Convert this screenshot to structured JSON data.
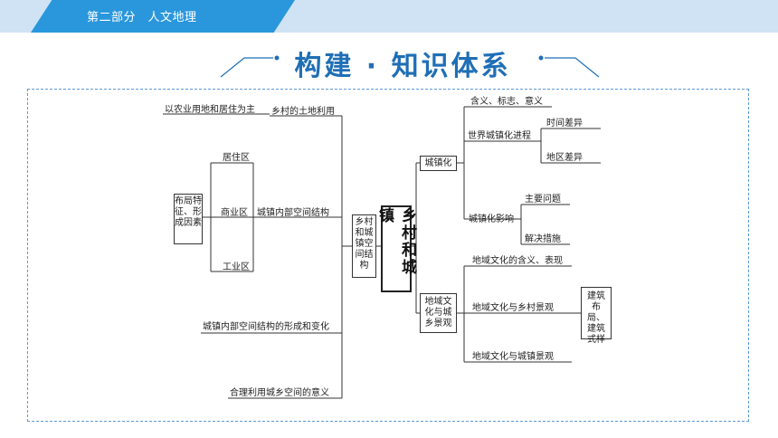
{
  "header": {
    "section_label": "第二部分　人文地理",
    "title": "构建 · 知识体系"
  },
  "diagram": {
    "center": "乡村和城镇",
    "left_hub": "乡村和城镇空间结构",
    "left": {
      "rural_land_use": "乡村的土地利用",
      "rural_land_use_detail": "以农业用地和居住为主",
      "urban_structure": "城镇内部空间结构",
      "factors": "布局特征、形成因素",
      "zones": [
        "居住区",
        "商业区",
        "工业区"
      ],
      "formation_change": "城镇内部空间结构的形成和变化",
      "rational_use": "合理利用城乡空间的意义"
    },
    "right": {
      "urbanization": "城镇化",
      "meaning": "含义、标志、意义",
      "world_process": "世界城镇化进程",
      "time_diff": "时间差异",
      "region_diff": "地区差异",
      "impact": "城镇化影响",
      "main_issues": "主要问题",
      "solutions": "解决措施",
      "regional_culture": "地域文化与城乡景观",
      "culture_meaning": "地域文化的含义、表现",
      "rural_landscape": "地域文化与乡村景观",
      "urban_landscape": "地域文化与城镇景观",
      "architecture": "建筑布局、建筑式样"
    }
  }
}
